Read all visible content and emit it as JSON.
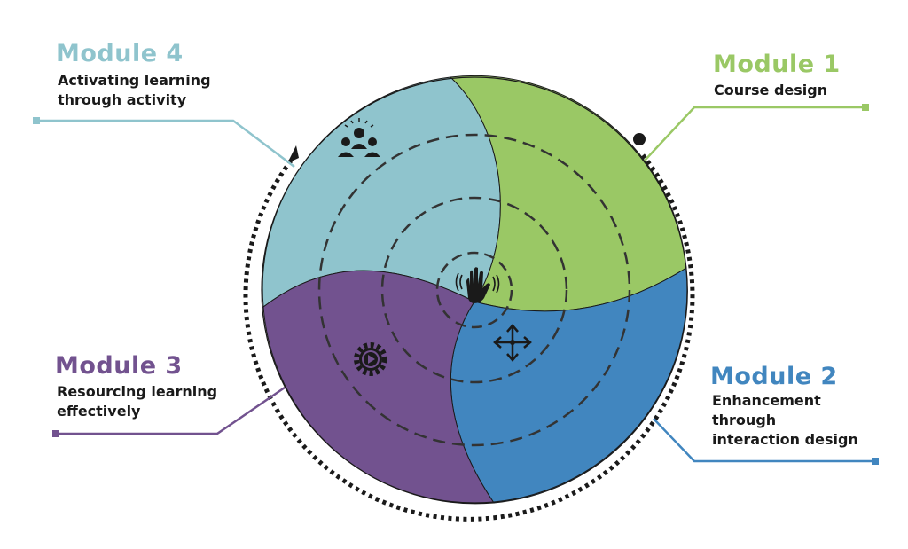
{
  "modules": [
    {
      "id": "m1",
      "title": "Module 1",
      "lines": [
        "Course design"
      ],
      "color": "#9ac865"
    },
    {
      "id": "m2",
      "title": "Module 2",
      "lines": [
        "Enhancement",
        "through",
        "interaction design"
      ],
      "color": "#4186bf"
    },
    {
      "id": "m3",
      "title": "Module 3",
      "lines": [
        "Resourcing learning",
        "effectively"
      ],
      "color": "#72528f"
    },
    {
      "id": "m4",
      "title": "Module 4",
      "lines": [
        "Activating learning",
        "through activity"
      ],
      "color": "#8fc4cd"
    }
  ],
  "icons": {
    "m1": "hand-icon",
    "m2": "move-arrows-icon",
    "m3": "gear-play-icon",
    "m4": "group-icon"
  }
}
